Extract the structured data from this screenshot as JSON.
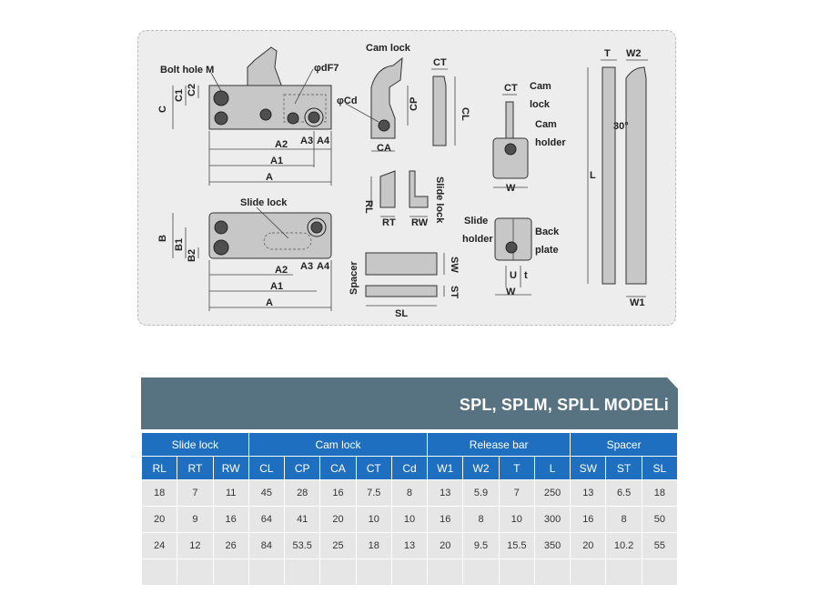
{
  "drawing": {
    "labels": {
      "bolt_hole": "Bolt hole M",
      "dF7": "φdF7",
      "cam_lock": "Cam lock",
      "phi_cd": "φCd",
      "slide_lock": "Slide lock",
      "spacer": "Spacer",
      "cam": "Cam",
      "lock": "lock",
      "holder": "holder",
      "slide": "Slide",
      "back": "Back",
      "plate": "plate",
      "angle": "30°",
      "C": "C",
      "C1": "C1",
      "C2": "C2",
      "A": "A",
      "A1": "A1",
      "A2": "A2",
      "A3": "A3",
      "A4": "A4",
      "B": "B",
      "B1": "B1",
      "B2": "B2",
      "CA": "CA",
      "CP": "CP",
      "CT": "CT",
      "CL": "CL",
      "RL": "RL",
      "RT": "RT",
      "RW": "RW",
      "SW": "SW",
      "ST": "ST",
      "SL": "SL",
      "W": "W",
      "U": "U",
      "t": "t",
      "T": "T",
      "W2": "W2",
      "W1": "W1",
      "L": "L"
    }
  },
  "table": {
    "title": "SPL, SPLM, SPLL MODELi",
    "groups": [
      {
        "label": "Slide lock",
        "span": 3
      },
      {
        "label": "Cam lock",
        "span": 5
      },
      {
        "label": "Release bar",
        "span": 4
      },
      {
        "label": "Spacer",
        "span": 3
      }
    ],
    "columns": [
      "RL",
      "RT",
      "RW",
      "CL",
      "CP",
      "CA",
      "CT",
      "Cd",
      "W1",
      "W2",
      "T",
      "L",
      "SW",
      "ST",
      "SL"
    ],
    "rows": [
      [
        "18",
        "7",
        "11",
        "45",
        "28",
        "16",
        "7.5",
        "8",
        "13",
        "5.9",
        "7",
        "250",
        "13",
        "6.5",
        "18"
      ],
      [
        "20",
        "9",
        "16",
        "64",
        "41",
        "20",
        "10",
        "10",
        "16",
        "8",
        "10",
        "300",
        "16",
        "8",
        "50"
      ],
      [
        "24",
        "12",
        "26",
        "84",
        "53.5",
        "25",
        "18",
        "13",
        "20",
        "9.5",
        "15.5",
        "350",
        "20",
        "10.2",
        "55"
      ],
      [
        "",
        "",
        "",
        "",
        "",
        "",
        "",
        "",
        "",
        "",
        "",
        "",
        "",
        "",
        ""
      ]
    ]
  }
}
